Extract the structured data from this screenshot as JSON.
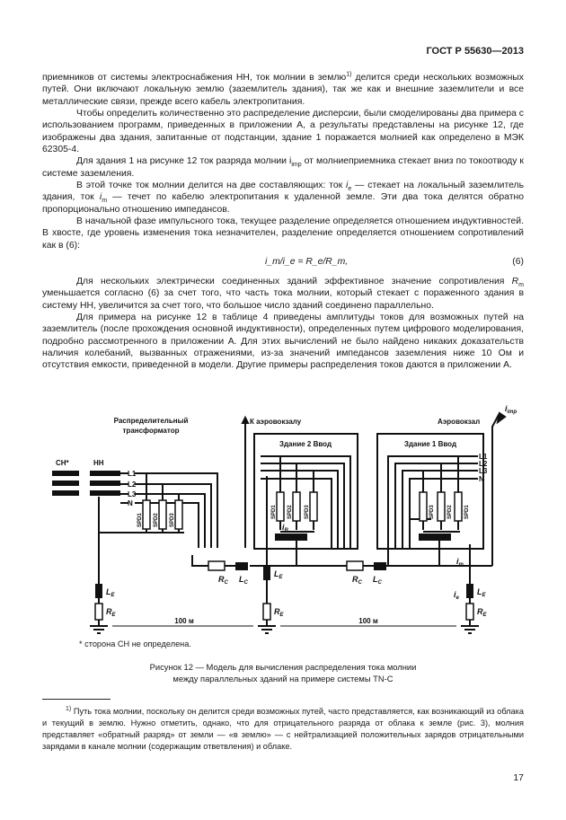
{
  "header": {
    "standard": "ГОСТ Р 55630—2013"
  },
  "paragraphs": {
    "p1": {
      "a": "приемников от системы электроснабжения НН, ток молнии в землю",
      "sup": "1)",
      "b": " делится среди нескольких возможных путей. Они включают локальную землю (заземлитель здания), так же как и внешние заземлители и все металлические связи, прежде всего кабель электропитания."
    },
    "p2": "Чтобы определить количественно это распределение дисперсии, были смоделированы два примера с использованием программ, приведенных в приложении А, а результаты представлены на рисунке 12, где изображены два здания, запитанные от подстанции, здание 1 поражается молнией как определено в МЭК 62305-4.",
    "p3": {
      "a": "Для здания 1 на рисунке 12 ток разряда молнии i",
      "sub": "imp",
      "b": " от молниеприемника стекает вниз по токоотводу к системе заземления."
    },
    "p4": {
      "a": "В этой точке ток молнии делится на две составляющих: ток ",
      "v1": "i",
      "s1": "e",
      "b": " — стекает на локальный заземлитель здания, ток ",
      "v2": "i",
      "s2": "m",
      "c": " — течет по кабелю электропитания к удаленной земле. Эти два тока делятся обратно пропорционально отношению импедансов."
    },
    "p5": "В начальной фазе импульсного тока, текущее разделение определяется отношением индуктивностей. В хвосте, где уровень изменения тока незначителен, разделение определяется отношением сопротивлений как в (6):",
    "formula": {
      "text": "i_m/i_e = R_e/R_m,",
      "number": "(6)"
    },
    "p6": {
      "a": "Для нескольких электрически соединенных зданий эффективное значение сопротивления ",
      "v": "R",
      "s": "m",
      "b": " уменьшается согласно (6) за счет того, что часть тока молнии, который стекает с пораженного здания в систему НН, увеличится за счет того, что большое число зданий соединено параллельно."
    },
    "p7": "Для примера на рисунке 12 в таблице 4 приведены амплитуды токов для возможных путей на заземлитель (после прохождения основной индуктивности), определенных путем цифрового моделирования, подробно рассмотренного в приложении А. Для этих вычислений не было найдено никаких доказательств наличия колебаний, вызванных отражениями, из-за значений импедансов заземления ниже 10 Ом и отсутствия емкости, приведенной в модели. Другие примеры распределения токов даются в приложении А."
  },
  "figure": {
    "labels": {
      "transformer_1": "Распределительный",
      "transformer_2": "трансформатор",
      "to_terminal": "К аэровокзалу",
      "terminal": "Аэровокзал",
      "building2": "Здание 2  Ввод",
      "building1": "Здание 1  Ввод",
      "mv": "СН*",
      "lv": "НН",
      "L1": "L1",
      "L2": "L2",
      "L3": "L3",
      "N": "N",
      "spd1": "SPD1",
      "spd2": "SPD2",
      "spd3": "SPD3",
      "i_imp": "i",
      "i_imp_sub": "imp",
      "i_B": "i",
      "i_B_sub": "B",
      "i_m": "i",
      "i_m_sub": "m",
      "i_e": "i",
      "i_e_sub": "e",
      "RC": "R",
      "RC_sub": "C",
      "LC": "L",
      "LC_sub": "C",
      "LE": "L",
      "LE_sub": "E",
      "RE": "R",
      "RE_sub": "E",
      "dist1": "100 м",
      "dist2": "100 м"
    },
    "note": "* сторона СН не определена.",
    "caption_1": "Рисунок 12 — Модель для вычисления распределения тока молнии",
    "caption_2": "между параллельных зданий на примере системы TN-C"
  },
  "footnote": {
    "mark": "1)",
    "text": " Путь тока молнии, поскольку он делится среди возможных путей, часто представляется, как возникающий из облака и текущий в землю. Нужно отметить, однако, что для отрицательного разряда от облака к земле (рис. 3), молния представляет «обратный разряд» от земли — «в землю» — с нейтрализацией положительных зарядов отрицательными зарядами в канале молнии (содержащим ответвления) и облаке."
  },
  "page_number": "17"
}
